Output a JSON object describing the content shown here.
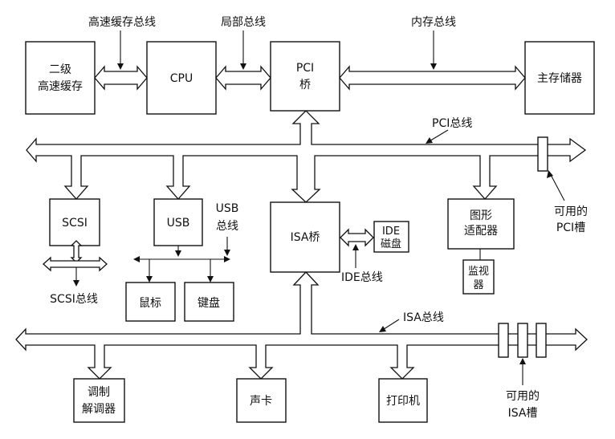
{
  "boxes": {
    "cache": [
      "二级",
      "高速缓存"
    ],
    "cpu": [
      "CPU"
    ],
    "pci_bridge": [
      "PCI",
      "桥"
    ],
    "main_memory": [
      "主存储器"
    ],
    "scsi": [
      "SCSI"
    ],
    "usb": [
      "USB"
    ],
    "isa_bridge": [
      "ISA桥"
    ],
    "ide_disk": [
      "IDE",
      "磁盘"
    ],
    "graphics_adapter": [
      "图形",
      "适配器"
    ],
    "monitor": [
      "监视",
      "器"
    ],
    "mouse": [
      "鼠标"
    ],
    "keyboard": [
      "键盘"
    ],
    "modem": [
      "调制",
      "解调器"
    ],
    "sound_card": [
      "声卡"
    ],
    "printer": [
      "打印机"
    ]
  },
  "labels": {
    "cache_bus": "高速缓存总线",
    "local_bus": "局部总线",
    "memory_bus": "内存总线",
    "pci_bus": "PCI总线",
    "available_pci_slot": [
      "可用的",
      "PCI槽"
    ],
    "usb_bus": [
      "USB",
      "总线"
    ],
    "scsi_bus": "SCSI总线",
    "ide_bus": "IDE总线",
    "isa_bus": "ISA总线",
    "available_isa_slot": [
      "可用的",
      "ISA槽"
    ]
  }
}
